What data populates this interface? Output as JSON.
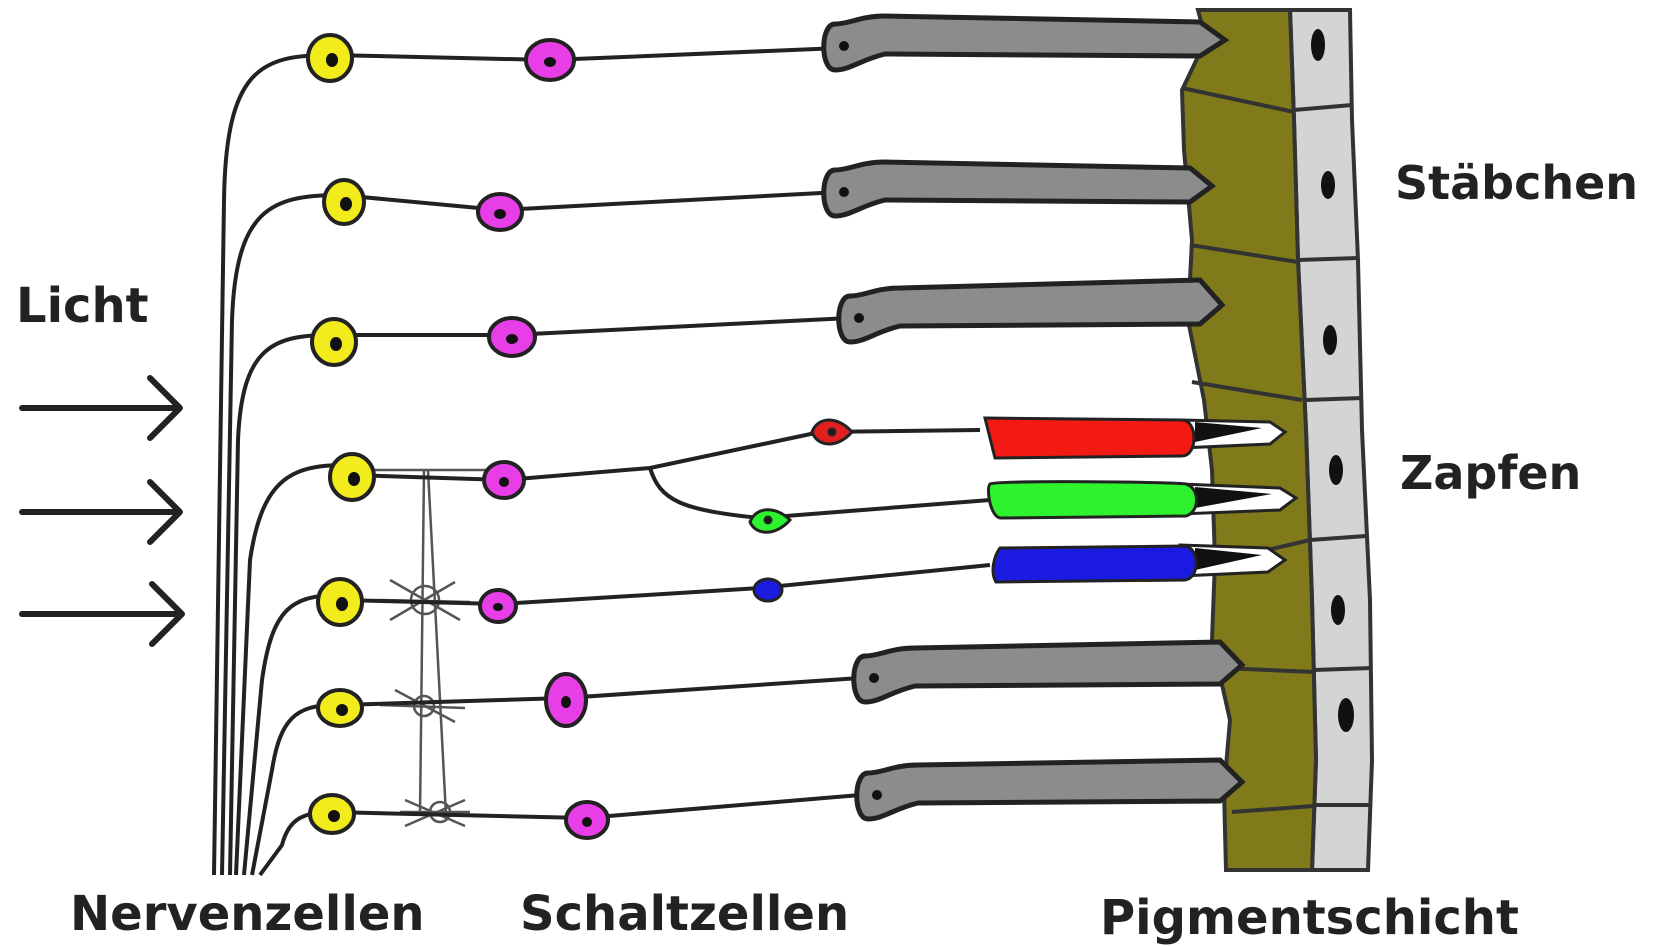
{
  "labels": {
    "light": "Licht",
    "rods": "Stäbchen",
    "cones": "Zapfen",
    "nerve_cells": "Nervenzellen",
    "connector_cells": "Schaltzellen",
    "pigment_layer": "Pigmentschicht"
  },
  "colors": {
    "nerve_cell": "#f2ec1c",
    "connector_cell": "#e83ee8",
    "rod": "#8c8c8c",
    "pigment": "#807a1a",
    "pigment_cells": "#d4d4d4",
    "cone_red": "#f21a12",
    "cone_green": "#2ef22e",
    "cone_blue": "#1a1ae0"
  },
  "cones": [
    "red",
    "green",
    "blue"
  ]
}
